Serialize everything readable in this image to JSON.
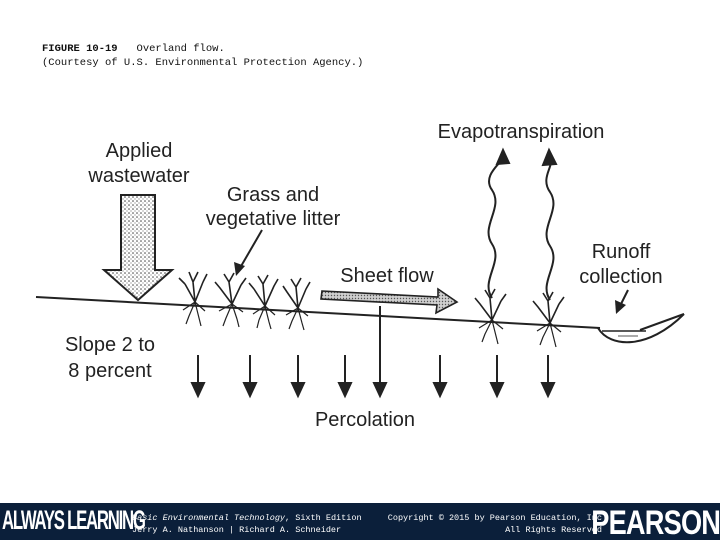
{
  "caption": {
    "figure_number": "FIGURE 10-19",
    "title": "Overland flow.",
    "credit": "(Courtesy of U.S. Environmental Protection Agency.)"
  },
  "diagram": {
    "applied_line1": "Applied",
    "applied_line2": "wastewater",
    "grass_line1": "Grass and",
    "grass_line2": "vegetative litter",
    "evapotranspiration": "Evapotranspiration",
    "sheet_flow": "Sheet flow",
    "runoff_line1": "Runoff",
    "runoff_line2": "collection",
    "slope_line1": "Slope 2 to",
    "slope_line2": "8 percent",
    "percolation": "Percolation"
  },
  "footer": {
    "always_learning": "ALWAYS LEARNING",
    "book_title": "Basic Environmental Technology",
    "edition": ", Sixth Edition",
    "authors": "Jerry A. Nathanson | Richard A. Schneider",
    "copyright": "Copyright © 2015 by Pearson Education, Inc",
    "rights": "All Rights Reserved",
    "brand": "PEARSON",
    "background_color": "#0b1f3a"
  }
}
